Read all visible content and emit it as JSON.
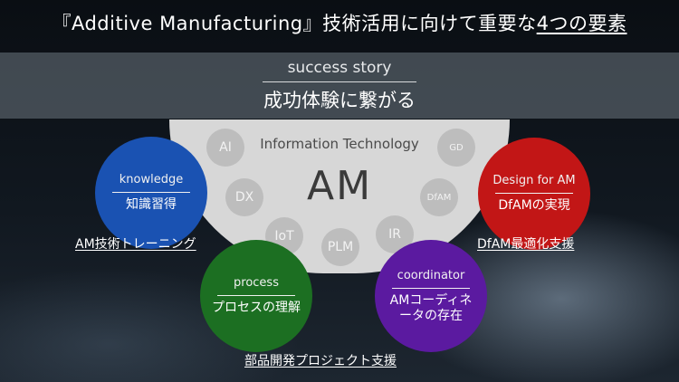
{
  "title": {
    "prefix": "『Additive Manufacturing』技術活用に向けて重要な",
    "highlight": "4つの要素"
  },
  "band": {
    "subtitle": "success story",
    "heading": "成功体験に繋がる"
  },
  "center": {
    "label": "Information Technology",
    "core": "AM",
    "bubbles": [
      "AI",
      "DX",
      "IoT",
      "PLM",
      "IR",
      "DfAM",
      "GD"
    ]
  },
  "elements": [
    {
      "en": "knowledge",
      "jp": "知識習得",
      "caption": "AM技術トレーニング",
      "color": "#1a52b2"
    },
    {
      "en": "Design for AM",
      "jp": "DfAMの実現",
      "caption": "DfAM最適化支援",
      "color": "#c21616"
    },
    {
      "en": "process",
      "jp": "プロセスの理解",
      "caption": "部品開発プロジェクト支援",
      "color": "#1c6f22"
    },
    {
      "en": "coordinator",
      "jp": "AMコーディネータの存在",
      "color": "#5b1aa0"
    }
  ]
}
